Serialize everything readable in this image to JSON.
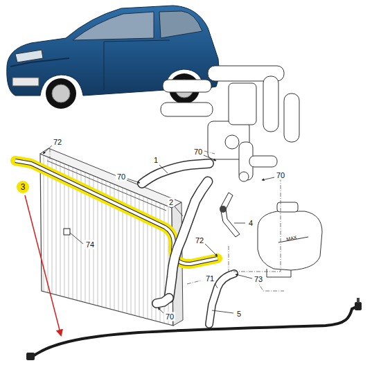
{
  "diagram": {
    "labels": [
      "72",
      "3",
      "70",
      "1",
      "70",
      "70",
      "2",
      "4",
      "74",
      "72",
      "73",
      "71",
      "70",
      "5",
      "MAX"
    ]
  }
}
